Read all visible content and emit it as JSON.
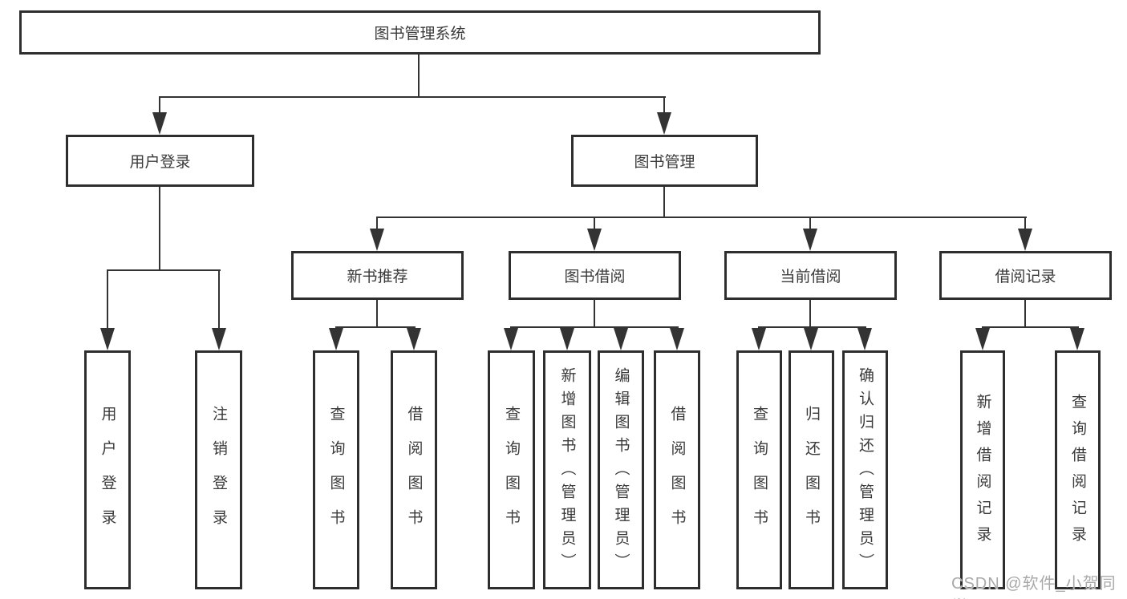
{
  "tree": {
    "label": "图书管理系统",
    "children": [
      {
        "label": "用户登录",
        "children": [
          {
            "label": "用户登录"
          },
          {
            "label": "注销登录"
          }
        ]
      },
      {
        "label": "图书管理",
        "children": [
          {
            "label": "新书推荐",
            "children": [
              {
                "label": "查询图书"
              },
              {
                "label": "借阅图书"
              }
            ]
          },
          {
            "label": "图书借阅",
            "children": [
              {
                "label": "查询图书"
              },
              {
                "label": "新增图书（管理员）"
              },
              {
                "label": "编辑图书（管理员）"
              },
              {
                "label": "借阅图书"
              }
            ]
          },
          {
            "label": "当前借阅",
            "children": [
              {
                "label": "查询图书"
              },
              {
                "label": "归还图书"
              },
              {
                "label": "确认归还（管理员）"
              }
            ]
          },
          {
            "label": "借阅记录",
            "children": [
              {
                "label": "新增借阅记录"
              },
              {
                "label": "查询借阅记录"
              }
            ]
          }
        ]
      }
    ]
  },
  "watermark": "CSDN @软件_小贺同学",
  "colors": {
    "background": "#ffffff",
    "box_border": "#2e2e2e",
    "line": "#333333",
    "text": "#3a3a3a",
    "watermark": "#a9a9a9"
  }
}
